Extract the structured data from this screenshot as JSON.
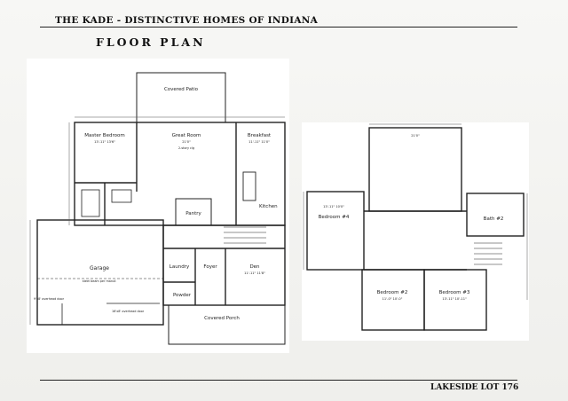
{
  "header": {
    "title": "THE KADE - DISTINCTIVE HOMES OF INDIANA",
    "section": "FLOOR PLAN"
  },
  "footer": {
    "lot": "LAKESIDE LOT 176"
  },
  "main_floor": {
    "rooms": {
      "covered_patio": "Covered Patio",
      "master_bedroom": "Master Bedroom",
      "great_room": "Great Room",
      "breakfast": "Breakfast",
      "kitchen": "Kitchen",
      "pantry": "Pantry",
      "garage": "Garage",
      "laundry": "Laundry",
      "foyer": "Foyer",
      "den": "Den",
      "powder": "Powder",
      "covered_porch": "Covered Porch"
    },
    "dims": {
      "master_bedroom": "13'-11\" 13'6\"",
      "great_room": "21'0\"",
      "great_room_note": "2-story clg",
      "breakfast": "11'-11\" 11'0\"",
      "den": "11'-11\" 11'8\"",
      "garage_note": "steel beam per manuf.",
      "overhead_door_1": "9'x8' overhead door",
      "overhead_door_2": "16'x8' overhead door"
    }
  },
  "upper_floor": {
    "rooms": {
      "bedroom_4": "Bedroom #4",
      "bath_2": "Bath #2",
      "bedroom_2": "Bedroom #2",
      "bedroom_3": "Bedroom #3"
    },
    "dims": {
      "open_to_below": "21'0\"",
      "bedroom_4": "13'-11\" 10'0\"",
      "bedroom_2": "11'-0\" 10'-0\"",
      "bedroom_3": "13'-11\" 10'-11\""
    }
  }
}
